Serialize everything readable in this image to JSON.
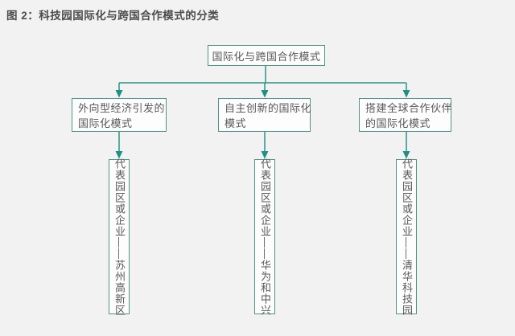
{
  "title": "图 2：科技园国际化与跨国合作模式的分类",
  "root": {
    "label": "国际化与跨国合作模式"
  },
  "branches": [
    {
      "mode_lines": [
        "外向型经济引发的",
        "国际化模式"
      ],
      "example_vertical": "代表园区或企业——苏州高新区"
    },
    {
      "mode_lines": [
        "自主创新的国际化",
        "模式"
      ],
      "example_vertical": "代表园区或企业——华为和中兴"
    },
    {
      "mode_lines": [
        "搭建全球合作伙伴",
        "的国际化模式"
      ],
      "example_vertical": "代表园区或企业——清华科技园"
    }
  ],
  "colors": {
    "accent_teal_line": "#2b9486",
    "box_border": "#4e9487",
    "box_background": "#fdfdfd",
    "page_background": "#f2f2f2",
    "body_text": "#595959",
    "title_text": "#4d4d4d"
  }
}
